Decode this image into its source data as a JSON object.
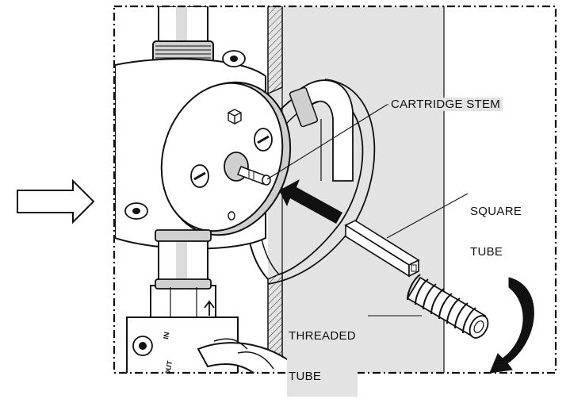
{
  "labels": {
    "cartridge_stem": "CARTRIDGE STEM",
    "square_tube_line1": "SQUARE",
    "square_tube_line2": "TUBE",
    "threaded_tube_line1": "THREADED",
    "threaded_tube_line2": "TUBE"
  },
  "valve_markings": {
    "in": "IN",
    "out": "OUT"
  },
  "colors": {
    "ink": "#111111",
    "wall": "#e3e3e3",
    "wall_cut": "#bdbdbd",
    "part_shade": "#cfcfcf",
    "arrow_fill": "#111111"
  }
}
